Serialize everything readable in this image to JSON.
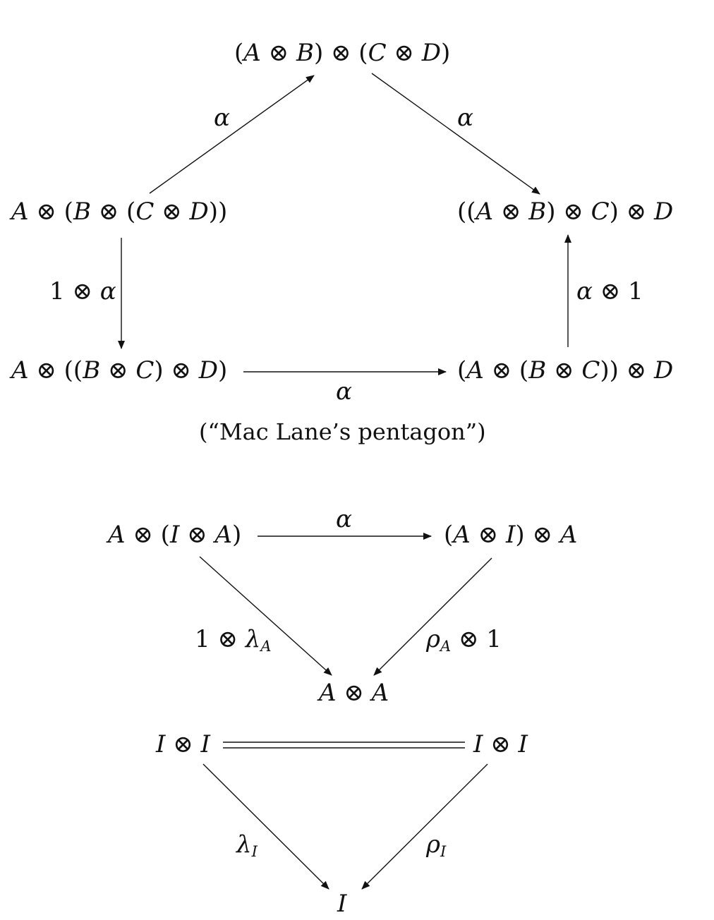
{
  "pentagon": {
    "nodes": {
      "top": "(A ⊗ B) ⊗ (C ⊗ D)",
      "left_upper": "A ⊗ (B ⊗ (C ⊗ D))",
      "right_upper": "((A ⊗ B) ⊗ C) ⊗ D",
      "left_lower": "A ⊗ ((B ⊗ C) ⊗ D)",
      "right_lower": "(A ⊗ (B ⊗ C)) ⊗ D"
    },
    "arrows": {
      "left_to_top": "α",
      "top_to_right": "α",
      "left_down": "1 ⊗ α",
      "bottom": "α",
      "right_up": "α ⊗ 1"
    },
    "caption": "(“Mac Lane’s pentagon”)"
  },
  "triangle": {
    "nodes": {
      "left": "A ⊗ (I ⊗ A)",
      "right": "(A ⊗ I) ⊗ A",
      "bottom": "A ⊗ A"
    },
    "arrows": {
      "top": "α",
      "left_down": "1 ⊗ λA",
      "right_down": "ρA ⊗ 1"
    }
  },
  "unit_triangle": {
    "nodes": {
      "left": "I ⊗ I",
      "right": "I ⊗ I",
      "bottom": "I"
    },
    "arrows": {
      "left_down": "λI",
      "right_down": "ρI"
    }
  },
  "colors": {
    "ink": "#111111",
    "background": "#ffffff"
  }
}
